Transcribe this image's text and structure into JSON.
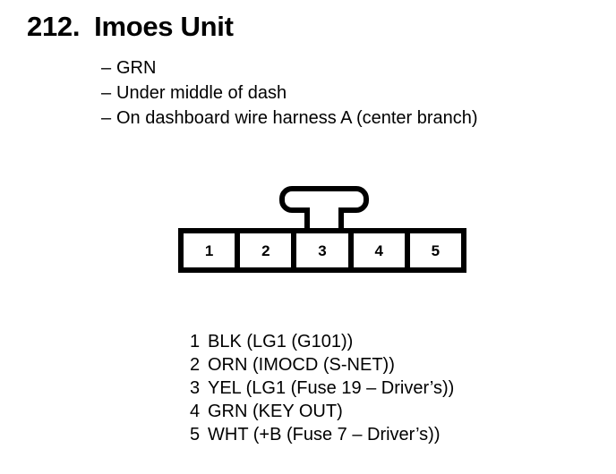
{
  "heading": {
    "number": "212.",
    "title": "Imoes Unit"
  },
  "bullets": [
    {
      "dash": "–",
      "text": "GRN"
    },
    {
      "dash": "–",
      "text": "Under middle of dash"
    },
    {
      "dash": "–",
      "text": "On dashboard wire harness A (center branch)"
    }
  ],
  "connector": {
    "cavities": [
      "1",
      "2",
      "3",
      "4",
      "5"
    ],
    "latch": "locking-tab"
  },
  "legend": [
    {
      "num": "1",
      "text": "BLK (LG1 (G101))"
    },
    {
      "num": "2",
      "text": "ORN (IMOCD (S-NET))"
    },
    {
      "num": "3",
      "text": "YEL (LG1 (Fuse 19 – Driver’s))"
    },
    {
      "num": "4",
      "text": "GRN (KEY OUT)"
    },
    {
      "num": "5",
      "text": "WHT (+B (Fuse 7 – Driver’s))"
    }
  ],
  "colors": {
    "ink": "#000000",
    "paper": "#ffffff"
  }
}
